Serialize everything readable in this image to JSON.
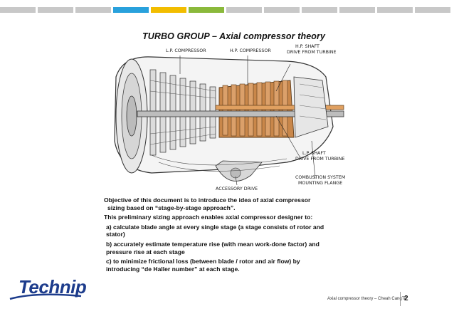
{
  "topbar": {
    "segments": [
      {
        "color": "#c8c8c8"
      },
      {
        "color": "#c8c8c8"
      },
      {
        "color": "#c8c8c8"
      },
      {
        "color": "#29a1dc"
      },
      {
        "color": "#f2bd00"
      },
      {
        "color": "#8ab93b"
      },
      {
        "color": "#c8c8c8"
      },
      {
        "color": "#c8c8c8"
      },
      {
        "color": "#c8c8c8"
      },
      {
        "color": "#c8c8c8"
      },
      {
        "color": "#c8c8c8"
      },
      {
        "color": "#c8c8c8"
      }
    ]
  },
  "slide": {
    "title": "TURBO GROUP – Axial compressor theory"
  },
  "figure": {
    "callouts": {
      "lp_compressor": "L.P. COMPRESSOR",
      "hp_compressor": "H.P. COMPRESSOR",
      "hp_shaft": "H.P. SHAFT",
      "hp_shaft_drive": "DRIVE FROM TURBINE",
      "lp_shaft": "L.P. SHAFT",
      "lp_shaft_drive": "DRIVE FROM TURBINE",
      "combustion": "COMBUSTION SYSTEM",
      "mounting": "MOUNTING FLANGE",
      "accessory_drive": "ACCESSORY DRIVE"
    }
  },
  "body": {
    "objective_line1": "Objective of this document is to introduce the idea of axial compressor",
    "objective_line2": "sizing based on “stage-by-stage approach”.",
    "preliminary": "This preliminary sizing approach enables axial compressor designer to:",
    "item_a_line1": "a) calculate blade angle at every single stage (a stage consists of rotor and",
    "item_a_line2": "stator)",
    "item_b_line1": "b) accurately estimate temperature rise (with mean work-done factor) and",
    "item_b_line2": "pressure rise at each stage",
    "item_c_line1": "c) to minimize frictional loss (between blade / rotor and air flow) by",
    "item_c_line2": "introducing “de Haller number” at each stage."
  },
  "footer": {
    "logo_text": "Technip",
    "caption": "Axial compressor theory – Cheah CangTo",
    "page_number": "2"
  },
  "colors": {
    "logo_blue": "#1d3c8c",
    "hp_copper": "#c9874a",
    "line_gray": "#444444"
  }
}
